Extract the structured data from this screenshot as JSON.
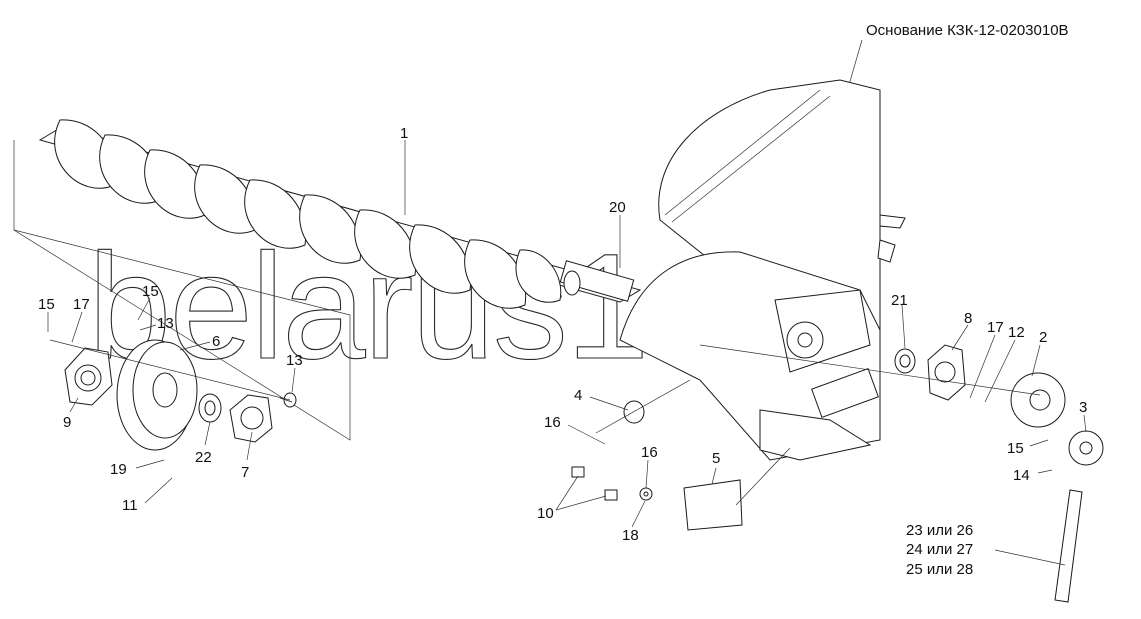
{
  "title": "Основание КЗК-12-0203010В",
  "watermark": "belarus1.ru",
  "chain_labels": [
    "23 или 26",
    "24 или 27",
    "25 или 28"
  ],
  "part_labels": {
    "p1": "1",
    "p2": "2",
    "p3": "3",
    "p4": "4",
    "p5": "5",
    "p6": "6",
    "p7": "7",
    "p8": "8",
    "p9": "9",
    "p10": "10",
    "p11": "11",
    "p12": "12",
    "p13a": "13",
    "p13b": "13",
    "p14": "14",
    "p15a": "15",
    "p15b": "15",
    "p15c": "15",
    "p16a": "16",
    "p16b": "16",
    "p17a": "17",
    "p17b": "17",
    "p18": "18",
    "p19": "19",
    "p20": "20",
    "p21": "21",
    "p22": "22"
  }
}
